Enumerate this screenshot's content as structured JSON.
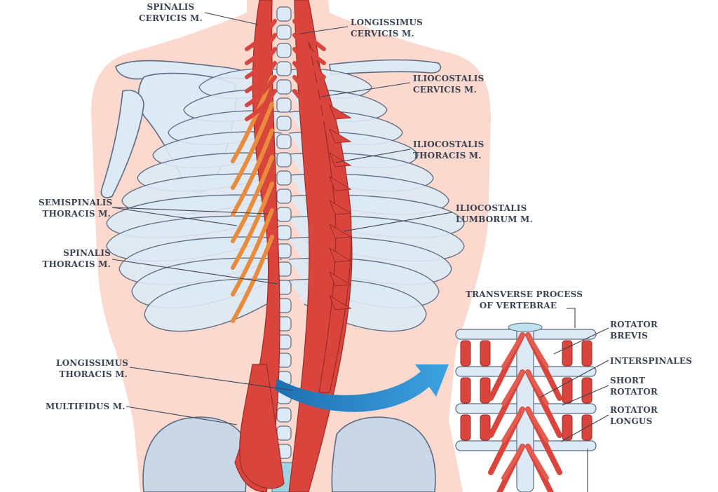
{
  "labels": {
    "spinalis_cervicis": [
      "SPINALIS",
      "CERVICIS M."
    ],
    "longissimus_cervicis": [
      "LONGISSIMUS",
      "CERVICIS M."
    ],
    "iliocostalis_cervicis": [
      "ILIOCOSTALIS",
      "CERVICIS M."
    ],
    "iliocostalis_thoracis": [
      "ILIOCOSTALIS",
      "THORACIS M."
    ],
    "iliocostalis_lumborum": [
      "ILIOCOSTALIS",
      "LUMBORUM M."
    ],
    "semispinalis_thoracis": [
      "SEMISPINALIS",
      "THORACIS M."
    ],
    "spinalis_thoracis": [
      "SPINALIS",
      "THORACIS  M."
    ],
    "longissimus_thoracis": [
      "LONGISSIMUS",
      "THORACIS M."
    ],
    "multifidus": [
      "MULTIFIDUS M."
    ],
    "transverse_process": [
      "TRANSVERSE PROCESS",
      "OF VERTEBRAE"
    ],
    "rotator_brevis": [
      "ROTATOR",
      "BREVIS"
    ],
    "interspinales": [
      "INTERSPINALES"
    ],
    "short_rotator": [
      "SHORT",
      "ROTATOR"
    ],
    "rotator_longus": [
      "ROTATOR",
      "LONGUS"
    ]
  },
  "colors": {
    "skin": "#fbd9cf",
    "bone": "#dde9f4",
    "bone_outline": "#5b6b82",
    "muscle": "#d9453d",
    "muscle_dark": "#9c2a25",
    "semispinalis": "#e98b3c",
    "arrow": "#2f8fd0",
    "label_text": "#3b4353"
  }
}
